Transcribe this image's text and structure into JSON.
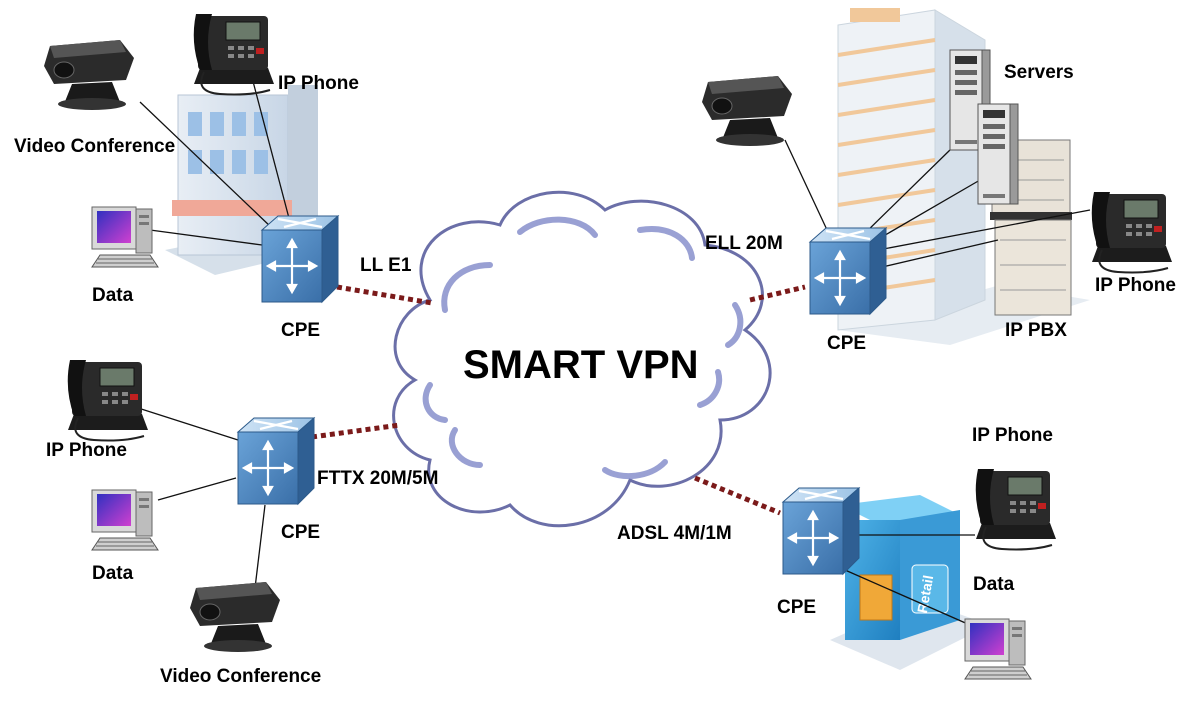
{
  "cloud": {
    "title": "SMART VPN"
  },
  "labels": {
    "tl_ip_phone": "IP Phone",
    "tl_video": "Video Conference",
    "tl_data": "Data",
    "tl_cpe": "CPE",
    "tl_link": "LL  E1",
    "tr_servers": "Servers",
    "tr_link": "ELL  20M",
    "tr_ip_phone": "IP Phone",
    "tr_cpe": "CPE",
    "tr_pbx": "IP PBX",
    "bl_ip_phone": "IP Phone",
    "bl_link": "FTTX 20M/5M",
    "bl_cpe": "CPE",
    "bl_data": "Data",
    "bl_video": "Video Conference",
    "br_ip_phone": "IP Phone",
    "br_link": "ADSL  4M/1M",
    "br_data": "Data",
    "br_cpe": "CPE",
    "br_store_sign": "Retail"
  },
  "colors": {
    "link_dotted": "#7b1a1a",
    "cloud_fill": "#ffffff",
    "cloud_stroke": "#6b6fa8",
    "cpe_fill": "#4f86c0"
  },
  "icons": [
    "cloud-icon",
    "router-icon",
    "ip-phone-icon",
    "webcam-icon",
    "computer-icon",
    "server-icon",
    "building-icon",
    "pbx-icon"
  ]
}
